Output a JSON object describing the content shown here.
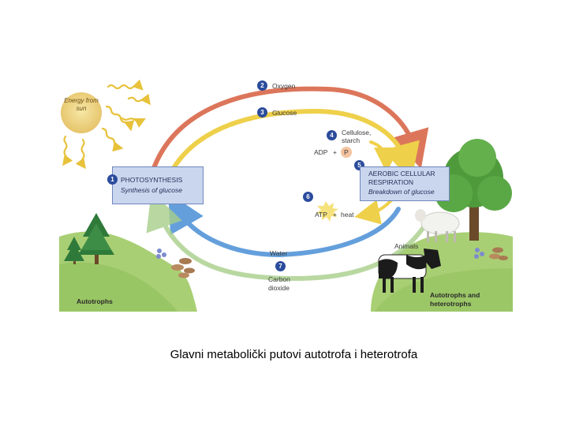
{
  "caption": "Glavni metabolički putovi autotrofa i heterotrofa",
  "diagram": {
    "sun_label": "Energy from sun",
    "steps": [
      {
        "number": "1",
        "title": "PHOTOSYNTHESIS",
        "subtitle": "Synthesis of glucose"
      },
      {
        "number": "2",
        "label": "Oxygen"
      },
      {
        "number": "3",
        "label": "Glucose"
      },
      {
        "number": "4",
        "label_line1": "Cellulose,",
        "label_line2": "starch"
      },
      {
        "number": "5",
        "title_line1": "AEROBIC CELLULAR",
        "title_line2": "RESPIRATION",
        "subtitle": "Breakdown of glucose"
      },
      {
        "number": "6",
        "label": "heat"
      },
      {
        "number": "7",
        "label_line1": "Carbon",
        "label_line2": "dioxide"
      }
    ],
    "adp": "ADP",
    "plus": "+",
    "phosphate": "P",
    "atp": "ATP",
    "water": "Water",
    "animals": "Animals",
    "autotrophs": "Autotrophs",
    "autotrophs_heterotrophs_line1": "Autotrophs and",
    "autotrophs_heterotrophs_line2": "heterotrophs",
    "colors": {
      "oxygen_arrow": "#d9684a",
      "glucose_arrow": "#eed04a",
      "water_arrow": "#4a8fd6",
      "co2_arrow": "#a8cf8a",
      "box_fill": "#cad6ee",
      "badge": "#2b4c9c"
    }
  }
}
